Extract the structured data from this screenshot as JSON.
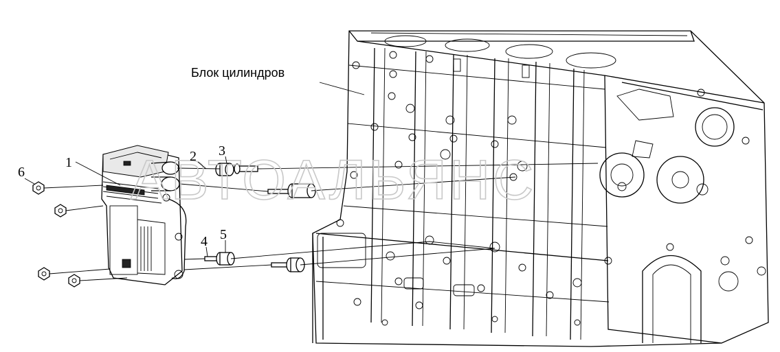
{
  "diagram": {
    "block_caption": "Блок цилиндров",
    "watermark": "АВТОАЛЬЯНС",
    "callouts": [
      "1",
      "2",
      "3",
      "4",
      "5",
      "6"
    ]
  }
}
